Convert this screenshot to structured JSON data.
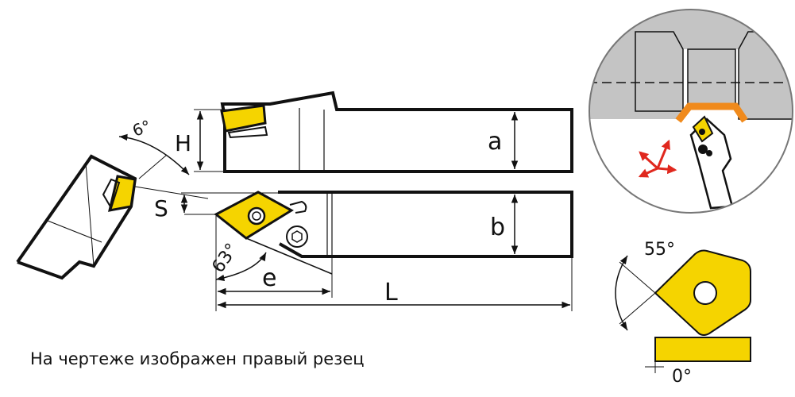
{
  "labels": {
    "H": "H",
    "a": "a",
    "S": "S",
    "b": "b",
    "e": "e",
    "L": "L",
    "angle_clearance": "6°",
    "angle_lead": "63°",
    "insert_angle": "55°",
    "insert_rake": "0°"
  },
  "caption": "На чертеже изображен правый резец",
  "colors": {
    "insert": "#f5d400",
    "outline": "#111111",
    "workpiece": "#c4c4c4",
    "chip": "#f08a1c",
    "arrows": "#e0281e"
  },
  "icons": {
    "screw": "hex-socket-screw-icon",
    "insert_hole": "circle-hole-icon",
    "feed": "red-direction-arrows-icon"
  }
}
